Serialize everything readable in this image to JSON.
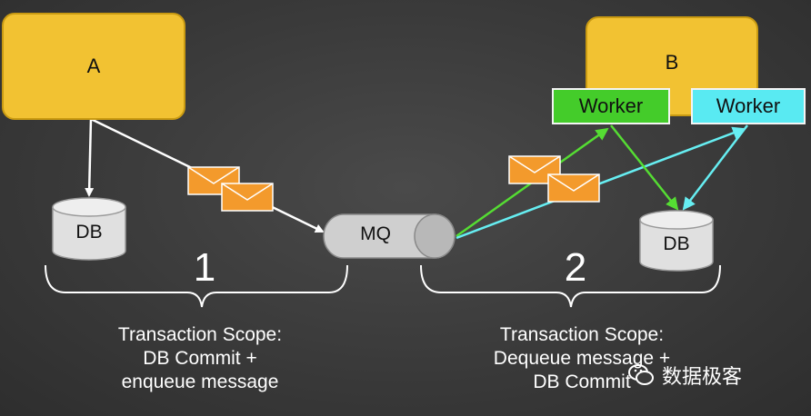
{
  "service_a": {
    "label": "A"
  },
  "service_b": {
    "label": "B"
  },
  "workers": [
    {
      "label": "Worker",
      "color": "#44cc2a"
    },
    {
      "label": "Worker",
      "color": "#59eaf2"
    }
  ],
  "databases": [
    {
      "label": "DB"
    },
    {
      "label": "DB"
    }
  ],
  "queue": {
    "label": "MQ"
  },
  "scopes": [
    {
      "number": "1",
      "caption_lines": [
        "Transaction Scope:",
        "DB Commit +",
        "enqueue message"
      ]
    },
    {
      "number": "2",
      "caption_lines": [
        "Transaction Scope:",
        "Dequeue message +",
        "DB Commit"
      ]
    }
  ],
  "watermark": {
    "text": "数据极客",
    "icon": "wechat-icon"
  },
  "colors": {
    "service": "#f2c232",
    "envelope": "#f39a2c",
    "arrow_white": "#ffffff",
    "arrow_green": "#55dd33",
    "arrow_cyan": "#66eef2",
    "background": "#3a3a3a"
  }
}
